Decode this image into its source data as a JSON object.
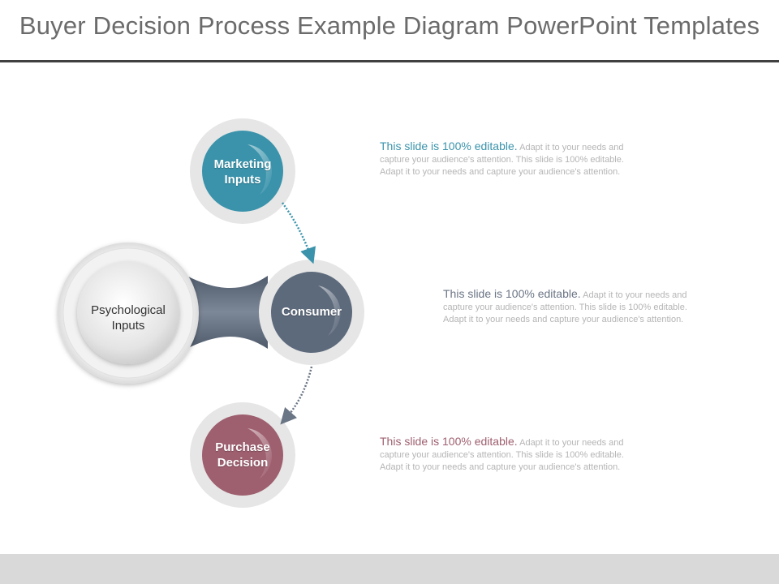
{
  "title": "Buyer Decision Process Example Diagram PowerPoint Templates",
  "colors": {
    "marketing": "#3a93ab",
    "consumer": "#5d6a7c",
    "purchase": "#9e5f6f",
    "ring": "#e6e6e6",
    "muted_text": "#b5b5b5"
  },
  "nodes": {
    "psychological": {
      "line1": "Psychological",
      "line2": "Inputs"
    },
    "marketing": {
      "line1": "Marketing",
      "line2": "Inputs"
    },
    "consumer": {
      "line1": "Consumer"
    },
    "purchase": {
      "line1": "Purchase",
      "line2": "Decision"
    }
  },
  "descriptions": [
    {
      "lead": "This slide is 100% editable.",
      "body1": "Adapt it to your needs and",
      "body2": "capture your audience's attention. This slide is 100% editable.",
      "body3": "Adapt it to your needs and capture your audience's attention."
    },
    {
      "lead": "This slide is 100% editable.",
      "body1": "Adapt it to your needs and",
      "body2": "capture your audience's attention. This slide is 100% editable.",
      "body3": "Adapt it to your needs and capture your audience's attention."
    },
    {
      "lead": "This slide is 100% editable.",
      "body1": "Adapt it to your needs and",
      "body2": "capture your audience's attention. This slide is 100% editable.",
      "body3": "Adapt it to your needs and capture your audience's attention."
    }
  ]
}
